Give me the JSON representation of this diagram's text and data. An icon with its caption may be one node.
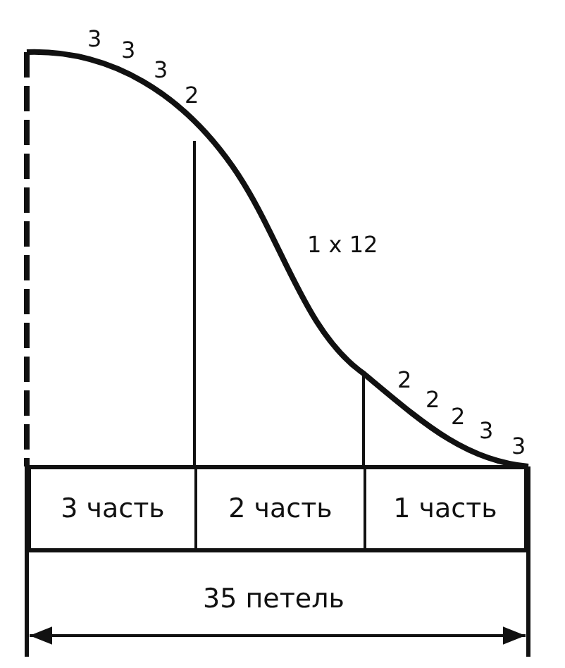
{
  "diagram": {
    "nodes": [
      {
        "text": [
          "3 часть"
        ]
      },
      {
        "text": [
          "2 часть"
        ]
      },
      {
        "text": [
          "1 часть"
        ]
      }
    ],
    "labels": [
      "3",
      "3",
      "3",
      "2",
      "1 x 12",
      "2",
      "2",
      "2",
      "3",
      "3",
      "35 петель"
    ]
  }
}
